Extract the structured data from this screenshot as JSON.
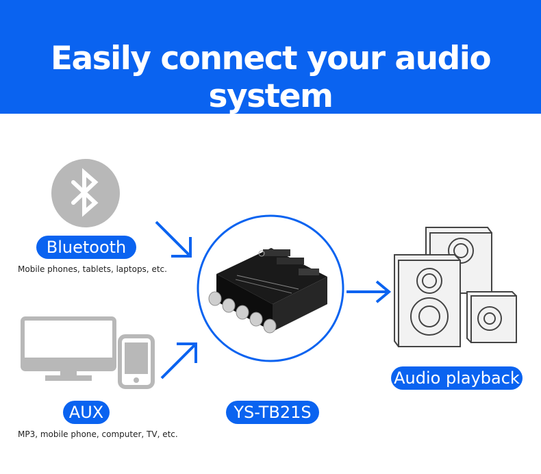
{
  "banner": {
    "title": "Easily connect your audio system"
  },
  "inputs": {
    "bluetooth": {
      "label": "Bluetooth",
      "caption": "Mobile phones, tablets, laptops, etc."
    },
    "aux": {
      "label": "AUX",
      "caption": "MP3, mobile phone, computer, TV, etc."
    }
  },
  "device": {
    "label": "YS-TB21S"
  },
  "output": {
    "label": "Audio playback"
  },
  "colors": {
    "accent": "#0a63f0",
    "icon_gray": "#b8b8b8"
  },
  "icons": [
    "bluetooth-icon",
    "monitor-icon",
    "phone-icon",
    "arrow-icon",
    "amplifier-board-image",
    "speakers-icon"
  ]
}
